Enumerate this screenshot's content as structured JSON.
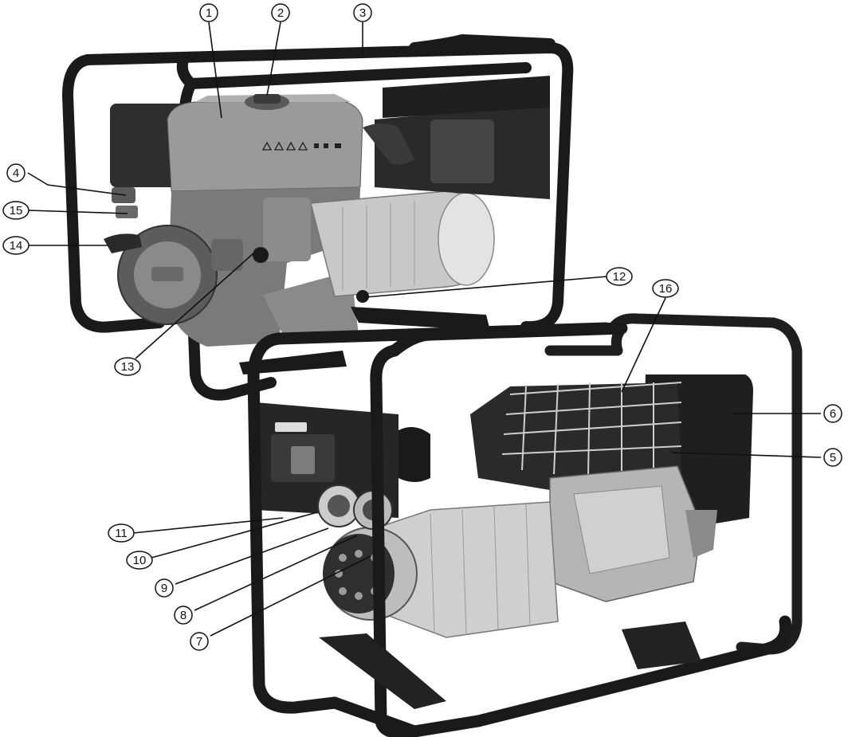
{
  "figure": {
    "description_hidden": "",
    "callouts": [
      {
        "id": "c1",
        "label": "1"
      },
      {
        "id": "c2",
        "label": "2"
      },
      {
        "id": "c3",
        "label": "3"
      },
      {
        "id": "c4",
        "label": "4"
      },
      {
        "id": "c5",
        "label": "5"
      },
      {
        "id": "c6",
        "label": "6"
      },
      {
        "id": "c7",
        "label": "7"
      },
      {
        "id": "c8",
        "label": "8"
      },
      {
        "id": "c9",
        "label": "9"
      },
      {
        "id": "c10",
        "label": "10"
      },
      {
        "id": "c11",
        "label": "11"
      },
      {
        "id": "c12",
        "label": "12"
      },
      {
        "id": "c13",
        "label": "13"
      },
      {
        "id": "c14",
        "label": "14"
      },
      {
        "id": "c15",
        "label": "15"
      },
      {
        "id": "c16",
        "label": "16"
      }
    ]
  },
  "colors": {
    "frame": "#1a1a1a",
    "engine_light": "#9a9a9a",
    "engine_mid": "#7a7a7a",
    "engine_dark": "#3a3a3a",
    "alternator": "#c8c8c8",
    "panel": "#2b2b2b",
    "line": "#111111"
  }
}
